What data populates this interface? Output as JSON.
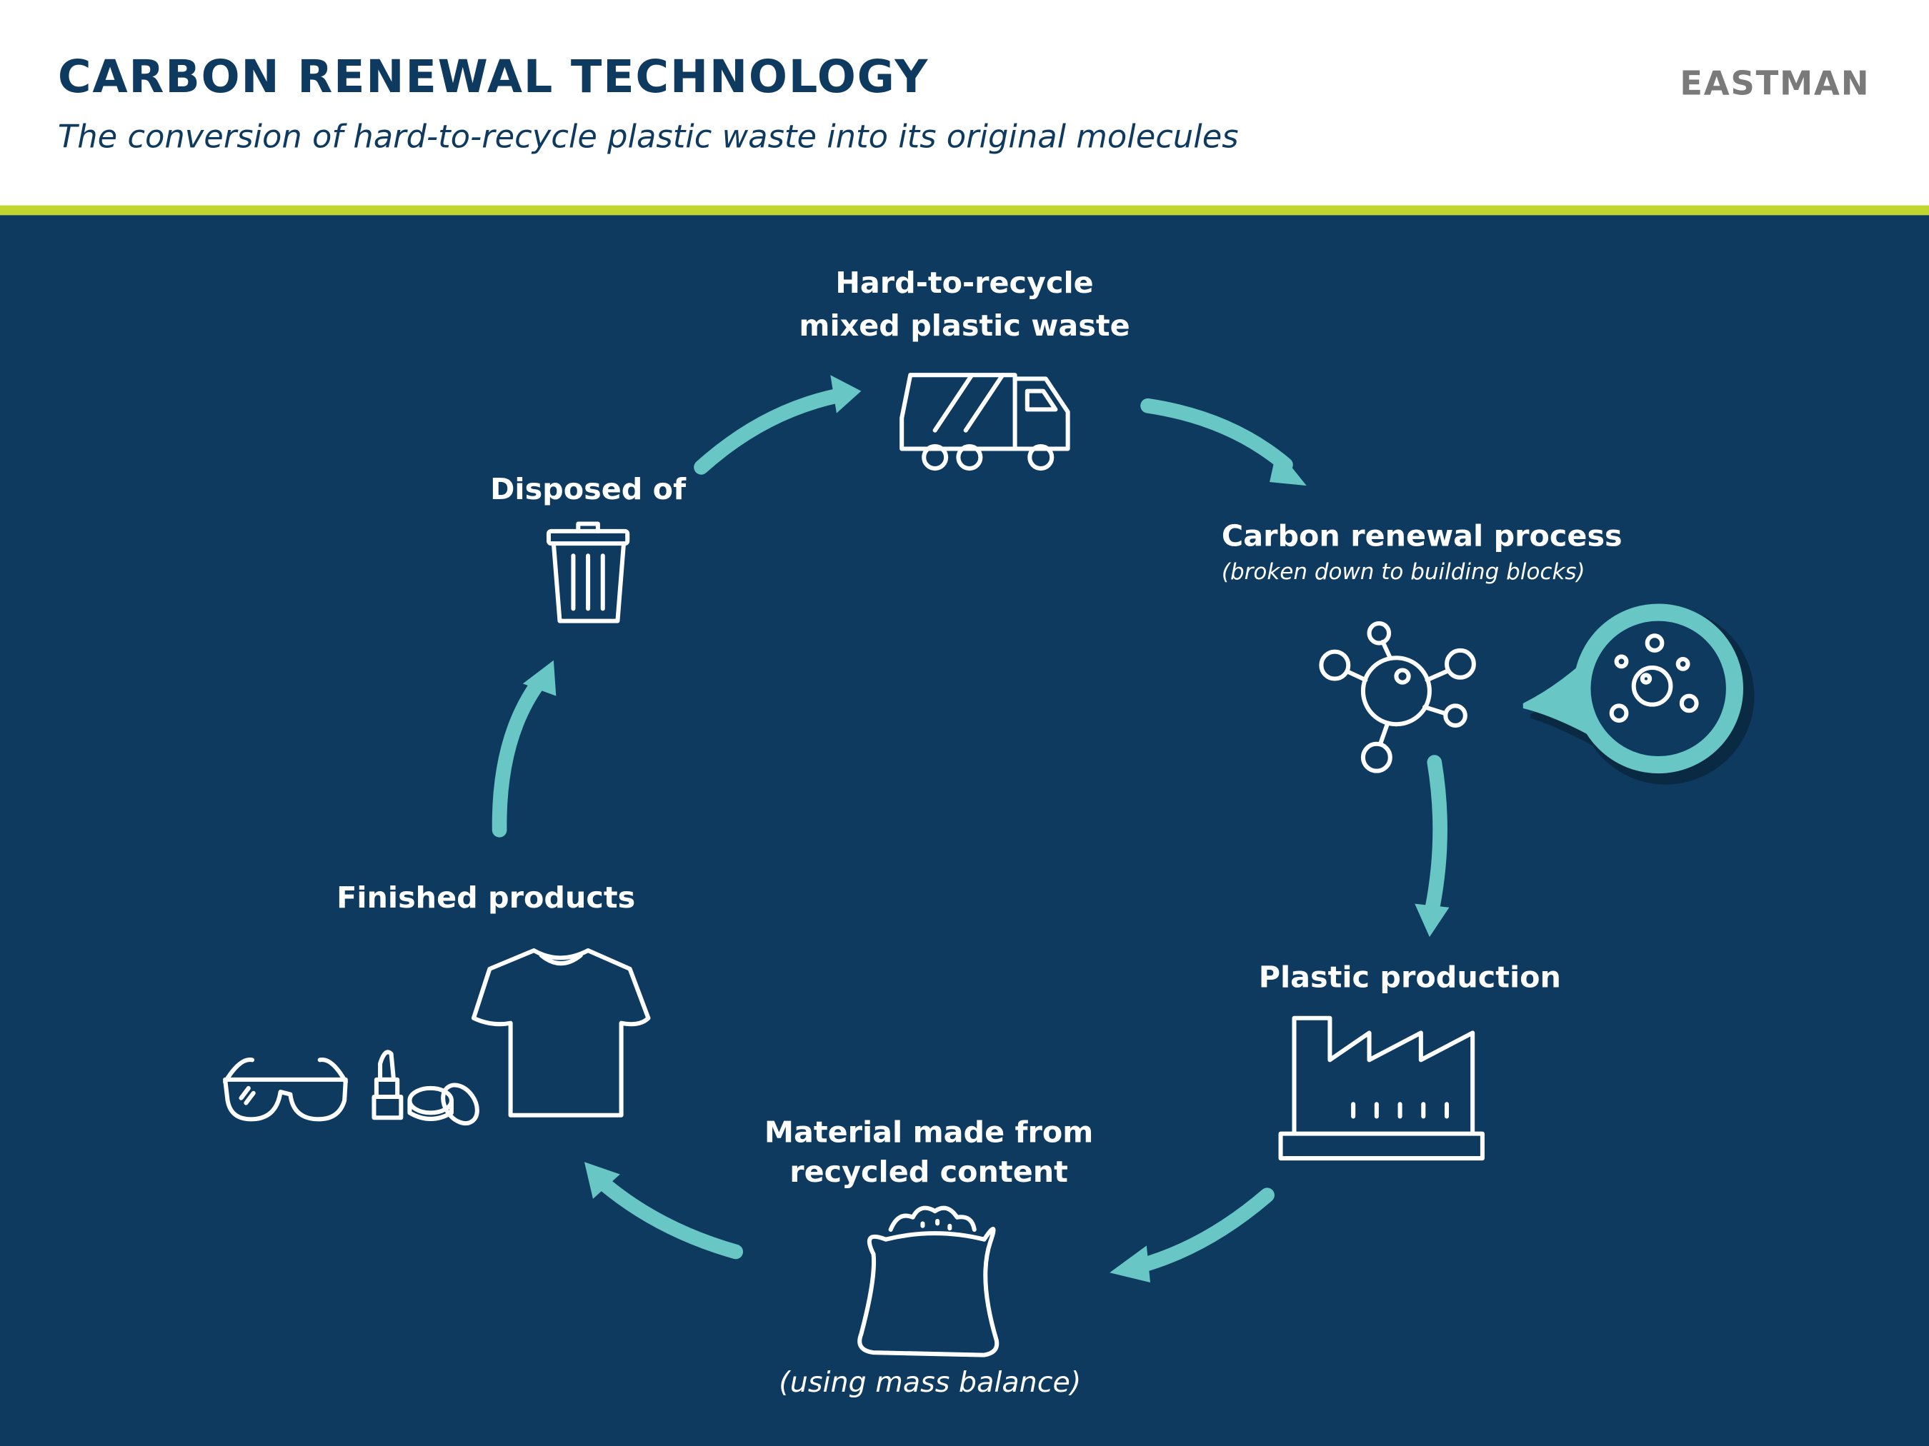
{
  "header": {
    "title": "CARBON RENEWAL TECHNOLOGY",
    "subtitle": "The conversion of hard-to-recycle plastic waste into its original molecules",
    "logo": "EASTMAN"
  },
  "colors": {
    "navy": "#0d3a5e",
    "teal": "#68c6c4",
    "lime": "#c0d72f",
    "title": "#0f3a5f",
    "logo_gray": "#7a7a7a"
  },
  "cycle": {
    "waste": {
      "line1": "Hard-to-recycle",
      "line2": "mixed plastic waste",
      "icon": "garbage-truck-icon"
    },
    "process": {
      "label": "Carbon renewal process",
      "note": "(broken down to building blocks)",
      "icon": "molecule-icon"
    },
    "production": {
      "label": "Plastic production",
      "icon": "factory-icon"
    },
    "material": {
      "line1": "Material made from",
      "line2": "recycled content",
      "note": "(using mass balance)",
      "icon": "sack-icon"
    },
    "products": {
      "label": "Finished products",
      "icons": [
        "sunglasses-icon",
        "lipstick-icon",
        "compact-icon",
        "tshirt-icon"
      ]
    },
    "disposed": {
      "label": "Disposed of",
      "icon": "trash-can-icon"
    }
  }
}
